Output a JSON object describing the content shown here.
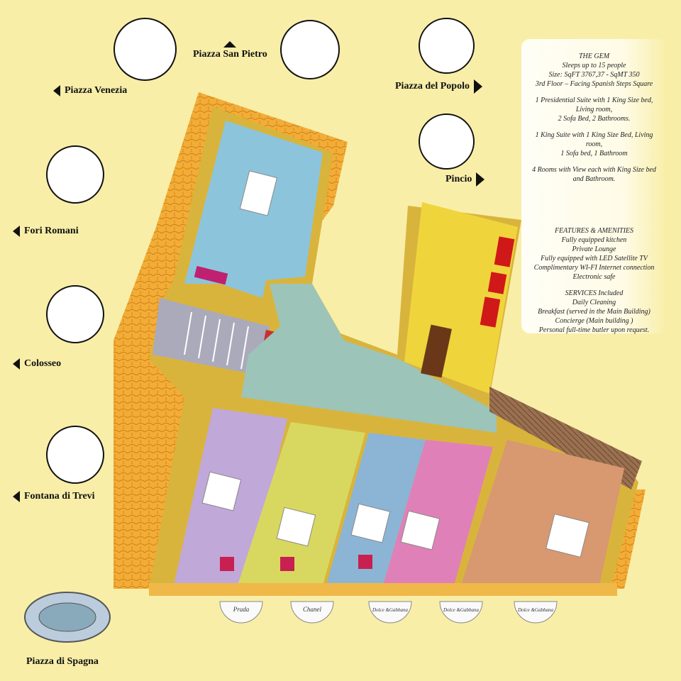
{
  "landmarks": {
    "piazza_venezia": "Piazza Venezia",
    "piazza_san_pietro": "Piazza San Pietro",
    "piazza_del_popolo": "Piazza del Popolo",
    "pincio": "Pincio",
    "fori_romani": "Fori Romani",
    "colosseo": "Colosseo",
    "fontana_di_trevi": "Fontana di Trevi",
    "piazza_di_spagna": "Piazza di Spagna"
  },
  "info": {
    "title": "THE GEM",
    "sleeps": "Sleeps up to 15 people",
    "size": "Size: SqFT 3767,37 - SqMT 350",
    "floor": "3rd Floor – Facing Spanish Steps Square",
    "suite1": "1 Presidential Suite with 1 King Size bed,\nLiving room,\n2 Sofa Bed, 2 Bathrooms.",
    "suite2": "1 King Suite with 1 King Size Bed, Living\nroom,\n1 Sofa bed, 1 Bathroom",
    "rooms": "4 Rooms with View each with King Size bed\nand Bathroom.",
    "features_title": "FEATURES & AMENITIES",
    "features": [
      "Fully equipped kitchen",
      "Private Lounge",
      "Fully equipped with LED Satellite TV",
      "Complimentary WI-FI Internet connection",
      "Electronic safe"
    ],
    "services_title": "SERVICES Included",
    "services": [
      "Daily Cleaning",
      "Breakfast (served in the Main Building)",
      "Concierge (Main building )",
      "Personal full-time butler upon request."
    ]
  },
  "shops": [
    "Prada",
    "Chanel",
    "Dolce &Gabbana",
    "Dolce &Gabbana",
    "Dolce &Gabbana"
  ],
  "colors": {
    "background": "#f8eea8",
    "roof": "#f0a830",
    "wall": "#d9b43c",
    "blue": "#8cc4dc",
    "yellow": "#f0d43c",
    "corridor": "#9cc4b8",
    "purple": "#c0a8d8",
    "lime": "#d8d860",
    "pink": "#e080b8",
    "orange": "#d89870"
  }
}
